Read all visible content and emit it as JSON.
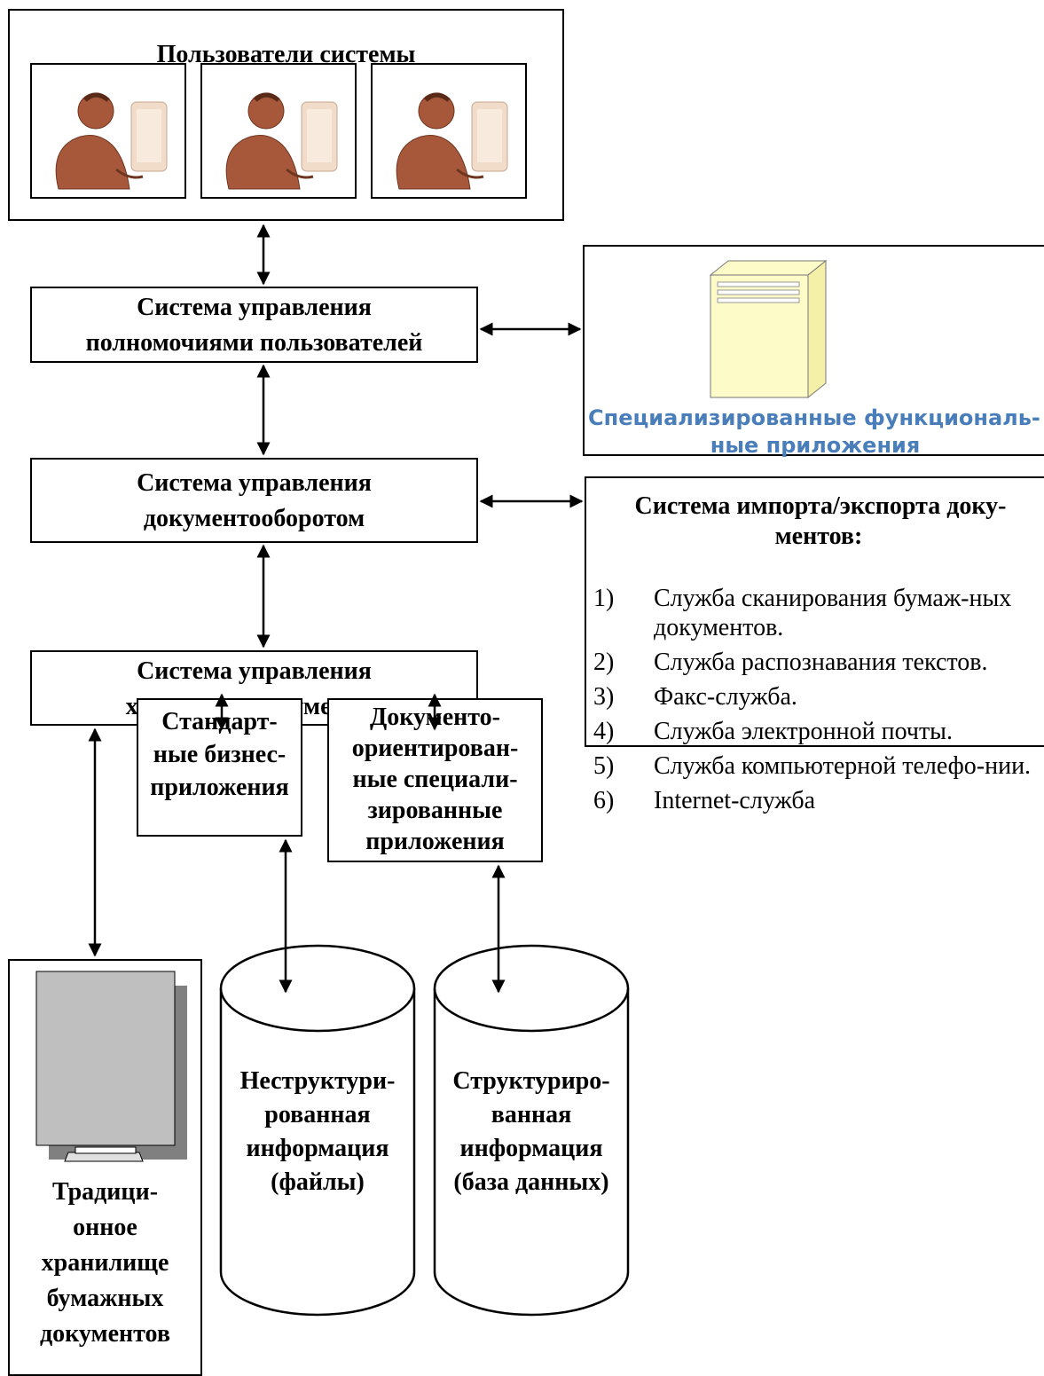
{
  "users": {
    "title": "Пользователи системы",
    "photos": [
      {
        "icon": "user-at-computer-icon"
      },
      {
        "icon": "user-at-computer-icon"
      },
      {
        "icon": "user-at-computer-icon"
      }
    ]
  },
  "rights_mgmt": {
    "line1": "Система управления",
    "line2": "полномочиями пользователей"
  },
  "special_apps": {
    "icon": "server-tower-icon",
    "line1": "Специализированные функциональ-",
    "line2": "ные приложения"
  },
  "doc_flow": {
    "line1": "Система управления",
    "line2": "документооборотом"
  },
  "import_export": {
    "title_line1": "Система импорта/экспорта доку-",
    "title_line2": "ментов:",
    "items": [
      {
        "num": "1)",
        "text": "Служба сканирования бумаж-ных документов."
      },
      {
        "num": "2)",
        "text": "Служба распознавания текстов."
      },
      {
        "num": "3)",
        "text": "Факс-служба."
      },
      {
        "num": "4)",
        "text": "Служба электронной почты."
      },
      {
        "num": "5)",
        "text": "Служба компьютерной телефо-нии."
      },
      {
        "num": "6)",
        "text": "Internet-служба"
      }
    ]
  },
  "storage_mgmt": {
    "line1": "Система управления",
    "line2": "хранением документов"
  },
  "std_apps": {
    "lines": [
      "Стандарт-",
      "ные бизнес-",
      "приложения"
    ]
  },
  "doc_apps": {
    "lines": [
      "Документо-",
      "ориентирован-",
      "ные специали-",
      "зированные",
      "приложения"
    ]
  },
  "paper_storage": {
    "icon": "paper-archive-icon",
    "lines": [
      "Традици-",
      "онное",
      "хранилище",
      "бумажных",
      "документов"
    ]
  },
  "unstructured": {
    "lines": [
      "Неструктури-",
      "рованная",
      "информация",
      "(файлы)"
    ]
  },
  "structured": {
    "lines": [
      "Структуриро-",
      "ванная",
      "информация",
      "(база данных)"
    ]
  },
  "colors": {
    "blue_label": "#4a7ebb",
    "server_fill": "#fdfbc8",
    "paper_fill": "#bfbfbf",
    "paper_shadow": "#808080"
  }
}
